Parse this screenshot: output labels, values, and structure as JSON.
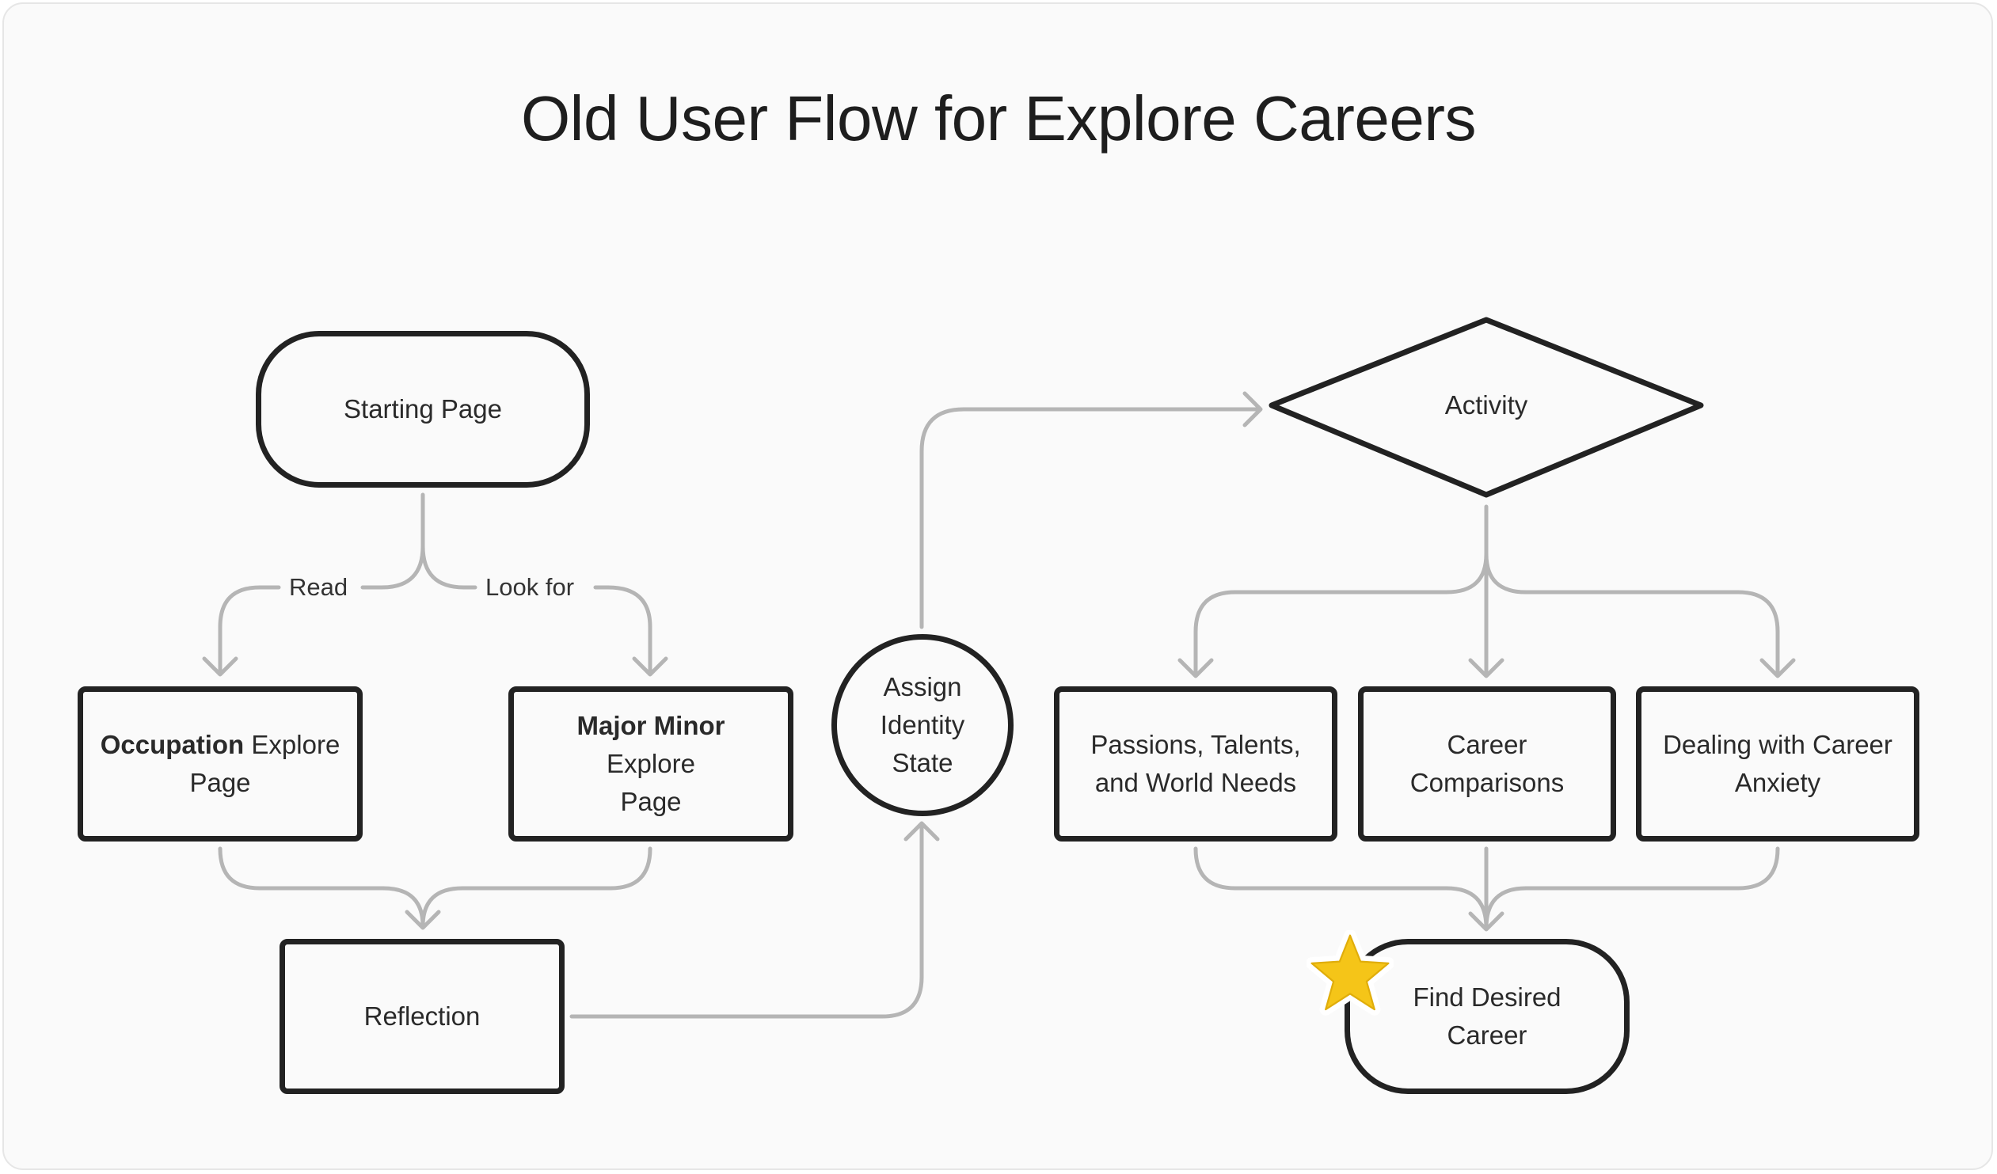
{
  "diagram": {
    "title": "Old User Flow for Explore Careers",
    "nodes": {
      "start": {
        "label": "Starting Page"
      },
      "occupation": {
        "label_bold": "Occupation",
        "label_rest_1": " Explore",
        "label_rest_2": "Page"
      },
      "major": {
        "label_bold": "Major Minor",
        "label_rest_1": " Explore",
        "label_rest_2": "Page"
      },
      "reflection": {
        "label": "Reflection"
      },
      "assign": {
        "line1": "Assign",
        "line2": "Identity",
        "line3": "State"
      },
      "activity": {
        "label": "Activity"
      },
      "passions": {
        "line1": "Passions, Talents,",
        "line2": "and World Needs"
      },
      "comparisons": {
        "line1": "Career",
        "line2": "Comparisons"
      },
      "anxiety": {
        "line1": "Dealing with Career",
        "line2": "Anxiety"
      },
      "find": {
        "line1": "Find Desired",
        "line2": "Career"
      }
    },
    "edge_labels": {
      "read": "Read",
      "look_for": "Look for"
    },
    "colors": {
      "node_border": "#222222",
      "connector": "#b5b5b5",
      "background": "#fafafa",
      "star_fill": "#f5c518"
    },
    "icons": {
      "goal_marker": "star-icon"
    }
  }
}
